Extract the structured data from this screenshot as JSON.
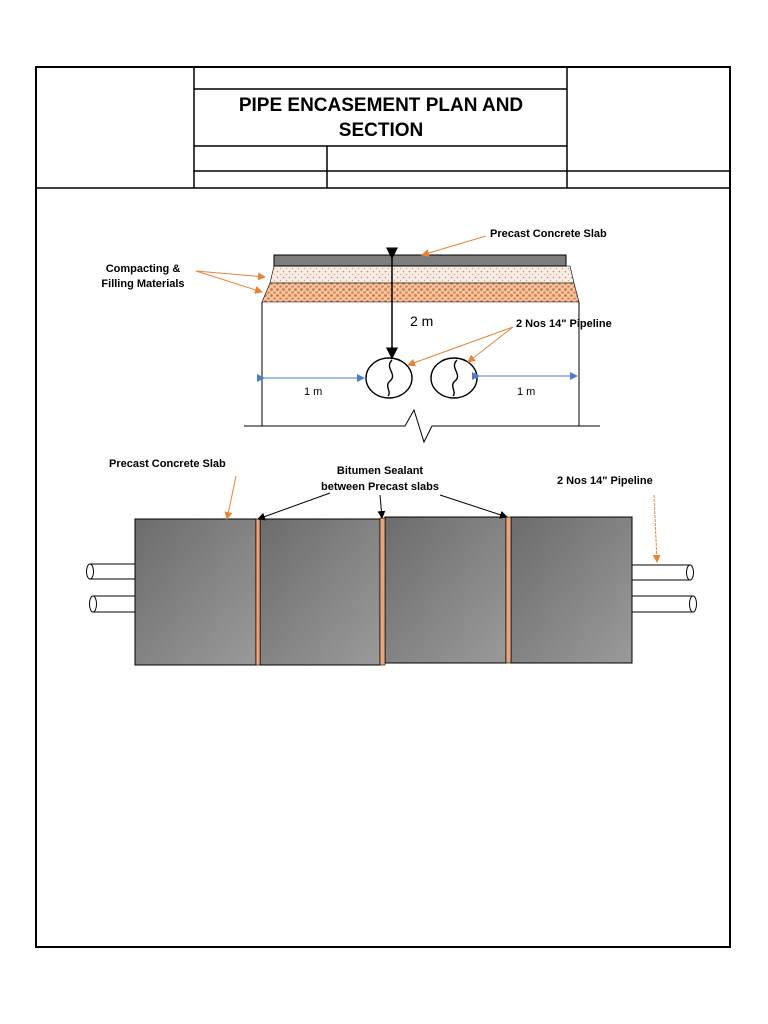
{
  "title_block": {
    "title": "PIPE ENCASEMENT PLAN AND SECTION"
  },
  "section_view": {
    "labels": {
      "precast_slab": "Precast Concrete Slab",
      "compacting_line1": "Compacting &",
      "compacting_line2": "Filling Materials",
      "pipeline": "2 Nos 14\" Pipeline",
      "depth": "2 m",
      "left_width": "1 m",
      "right_width": "1 m"
    }
  },
  "plan_view": {
    "labels": {
      "precast_slab": "Precast Concrete Slab",
      "bitumen_line1": "Bitumen Sealant",
      "bitumen_line2": "between Precast slabs",
      "pipeline": "2 Nos 14\" Pipeline"
    }
  },
  "colors": {
    "arrow_orange": "#e8833a",
    "dim_blue": "#4a7ecb",
    "slab_gray": "#808080",
    "sealant": "#e8a57c"
  }
}
